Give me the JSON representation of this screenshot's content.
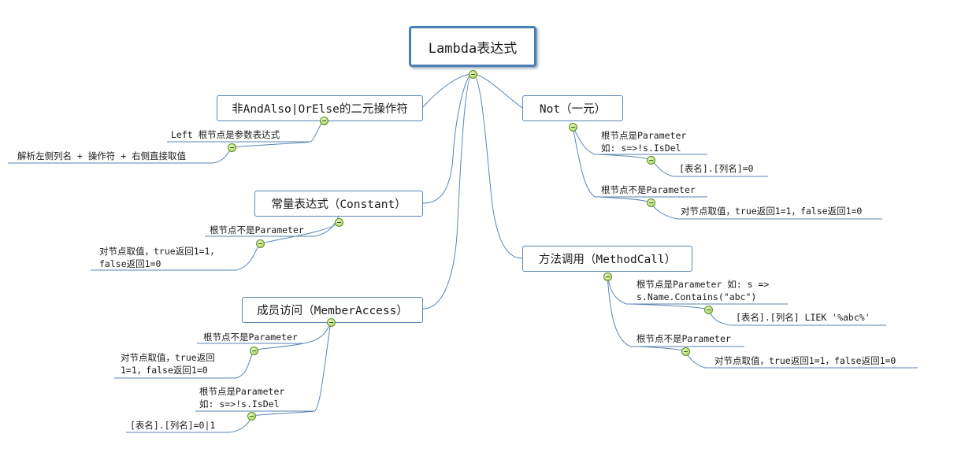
{
  "root": "Lambda表达式",
  "branches": {
    "binary": {
      "label": "非AndAlso|OrElse的二元操作符",
      "left_param": "Left 根节点是参数表达式",
      "parse": "解析左侧列名 + 操作符 + 右侧直接取值"
    },
    "constant": {
      "label": "常量表达式（Constant）",
      "not_param": "根节点不是Parameter",
      "value_line1": "对节点取值，true返回1=1，",
      "value_line2": "false返回1=0"
    },
    "member": {
      "label": "成员访问（MemberAccess）",
      "not_param": "根节点不是Parameter",
      "value_line1": "对节点取值，true返回",
      "value_line2": "1=1，false返回1=0",
      "is_param_line1": "根节点是Parameter",
      "is_param_line2": "如: s=>!s.IsDel",
      "result": "[表名].[列名]=0|1"
    },
    "not": {
      "label": "Not（一元）",
      "is_param_line1": "根节点是Parameter",
      "is_param_line2": "如: s=>!s.IsDel",
      "is_param_result": "[表名].[列名]=0",
      "not_param": "根节点不是Parameter",
      "not_param_result": "对节点取值，true返回1=1，false返回1=0"
    },
    "method": {
      "label": "方法调用（MethodCall）",
      "is_param_line1": "根节点是Parameter 如: s =>",
      "is_param_line2": "s.Name.Contains(\"abc\")",
      "is_param_result": "[表名].[列名] LIEK '%abc%'",
      "not_param": "根节点不是Parameter",
      "not_param_result": "对节点取值，true返回1=1，false返回1=0"
    }
  },
  "colors": {
    "connector": "#5b86b3",
    "root_border": "#4a7fb5",
    "toggle": "#9fd04c"
  }
}
